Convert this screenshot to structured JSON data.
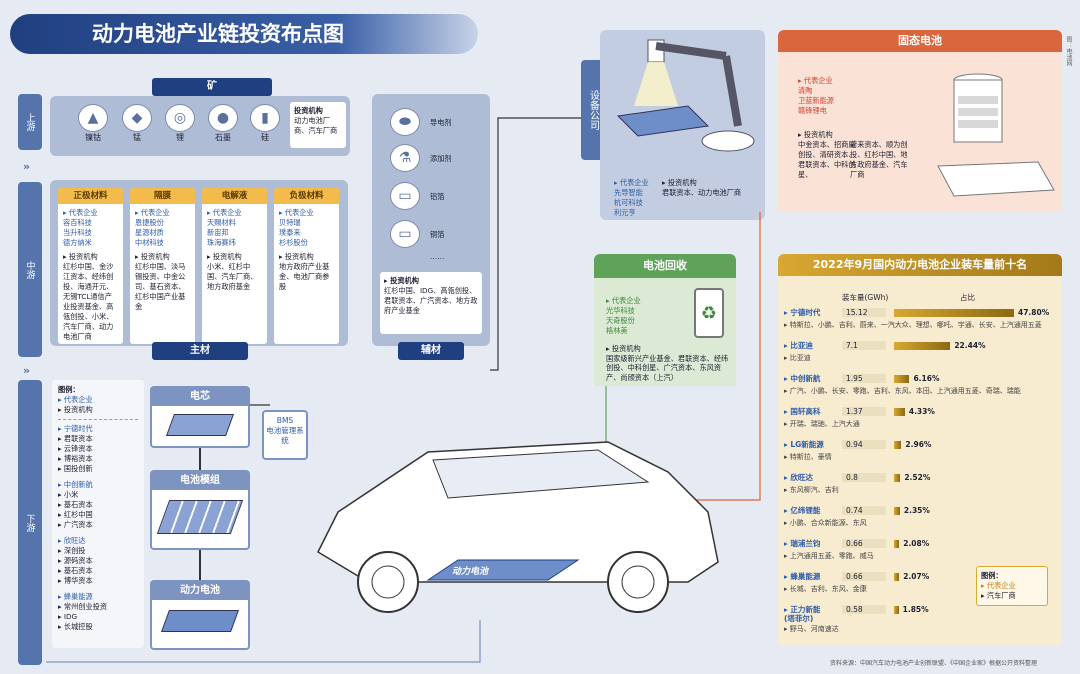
{
  "title": "动力电池产业链投资布点图",
  "stages": {
    "upstream": "上游",
    "midstream": "中游",
    "downstream": "下游"
  },
  "mine": {
    "header": "矿",
    "items": [
      "镍钴",
      "锰",
      "锂",
      "石墨",
      "硅"
    ],
    "investors_title": "投资机构",
    "investors_text": "动力电池厂商、汽车厂商"
  },
  "main_materials": {
    "footer": "主材",
    "columns": [
      {
        "name": "正极材料",
        "companies_title": "代表企业",
        "companies": "容百科技\n当升科技\n德方纳米",
        "investors_title": "投资机构",
        "investors": "红杉中国、金沙江资本、经纬创投、海通开元、无锡TCL通信产业投资基金、高瓴创投、小米、汽车厂商、动力电池厂商"
      },
      {
        "name": "隔膜",
        "companies_title": "代表企业",
        "companies": "恩捷股份\n星源材质\n中材科技",
        "investors_title": "投资机构",
        "investors": "红杉中国、淡马锡投资、中金公司、基石资本、红杉中国产业基金"
      },
      {
        "name": "电解液",
        "companies_title": "代表企业",
        "companies": "天赐材料\n新宙邦\n珠海赛纬",
        "investors_title": "投资机构",
        "investors": "小米、红杉中国、汽车厂商、地方政府基金"
      },
      {
        "name": "负极材料",
        "companies_title": "代表企业",
        "companies": "贝特瑞\n璞泰来\n杉杉股份",
        "investors_title": "投资机构",
        "investors": "地方政府产业基金、电池厂商参股"
      }
    ]
  },
  "auxiliary": {
    "footer": "辅材",
    "items": [
      "导电剂",
      "添加剂",
      "铝箔",
      "铜箔",
      "……"
    ],
    "investors_title": "投资机构",
    "investors": "红杉中国、IDG、高瓴创投、君联资本、广汽资本、地方政府产业基金"
  },
  "equipment": {
    "label": "设备公司",
    "companies_title": "代表企业",
    "companies": "先导智能\n杭可科技\n利元亨",
    "investors_title": "投资机构",
    "investors": "君联资本、动力电池厂商"
  },
  "solid_state": {
    "header": "固态电池",
    "companies_title": "代表企业",
    "companies": "清陶\n卫蓝新能源\n赣锋锂电",
    "investors_title": "投资机构",
    "investors_a": "中金资本、招商局创投、清研资本、君联资本、中科创星、",
    "investors_b": "蔚来资本、顺为创投、红杉中国、地方政府基金、汽车厂商",
    "side_note": "图：电池网"
  },
  "recycling": {
    "header": "电池回收",
    "companies_title": "代表企业",
    "companies": "光华科技\n天奇股份\n格林美",
    "investors_title": "投资机构",
    "investors": "国家级新兴产业基金、君联资本、经纬创投、中科创星、广汽资本、东风资产、尚颀资本（上汽）"
  },
  "legend_left": {
    "title": "图例：",
    "items": [
      "代表企业",
      "投资机构"
    ],
    "groups": [
      {
        "company": "宁德时代",
        "investors": [
          "君联资本",
          "云锋资本",
          "博裕资本",
          "国投创新"
        ]
      },
      {
        "company": "中创新航",
        "investors": [
          "小米",
          "基石资本",
          "红杉中国",
          "广汽资本"
        ]
      },
      {
        "company": "欣旺达",
        "investors": [
          "深创投",
          "源码资本",
          "基石资本",
          "博华资本"
        ]
      },
      {
        "company": "蜂巢能源",
        "investors": [
          "常州创业投资",
          "IDG",
          "长城控股"
        ]
      }
    ]
  },
  "flow": {
    "cell": "电芯",
    "module": "电池模组",
    "pack": "动力电池",
    "bms": "BMS\n电池管理系统",
    "car_label": "动力电池"
  },
  "ranking": {
    "header": "2022年9月国内动力电池企业装车量前十名",
    "col_volume": "装车量(GWh)",
    "col_share": "占比",
    "items": [
      {
        "name": "宁德时代",
        "gwh": "15.12",
        "share": 47.8,
        "share_label": "47.80%",
        "customers": "特斯拉、小鹏、吉利、蔚来、一汽大众、理想、哪吒、宇通、长安、上汽通用五菱"
      },
      {
        "name": "比亚迪",
        "gwh": "7.1",
        "share": 22.44,
        "share_label": "22.44%",
        "customers": "比亚迪"
      },
      {
        "name": "中创新航",
        "gwh": "1.95",
        "share": 6.16,
        "share_label": "6.16%",
        "customers": "广汽、小鹏、长安、零跑、吉利、东风、本田、上汽通用五菱、奇瑞、瑞能"
      },
      {
        "name": "国轩高科",
        "gwh": "1.37",
        "share": 4.33,
        "share_label": "4.33%",
        "customers": "开瑞、瑞驰、上汽大通"
      },
      {
        "name": "LG新能源",
        "gwh": "0.94",
        "share": 2.96,
        "share_label": "2.96%",
        "customers": "特斯拉、豪情"
      },
      {
        "name": "欣旺达",
        "gwh": "0.8",
        "share": 2.52,
        "share_label": "2.52%",
        "customers": "东风柳汽、吉利"
      },
      {
        "name": "亿纬锂能",
        "gwh": "0.74",
        "share": 2.35,
        "share_label": "2.35%",
        "customers": "小鹏、合众新能源、东风"
      },
      {
        "name": "瑞浦兰钧",
        "gwh": "0.66",
        "share": 2.08,
        "share_label": "2.08%",
        "customers": "上汽通用五菱、零跑、威马"
      },
      {
        "name": "蜂巢能源",
        "gwh": "0.66",
        "share": 2.07,
        "share_label": "2.07%",
        "customers": "长城、吉利、东风、金康"
      },
      {
        "name": "正力新能\n(塔菲尔)",
        "gwh": "0.58",
        "share": 1.85,
        "share_label": "1.85%",
        "customers": "野马、河南速达"
      }
    ],
    "legend_title": "图例：",
    "legend_items": [
      "代表企业",
      "汽车厂商"
    ]
  },
  "source": "资料来源：中国汽车动力电池产业创新联盟、《中国企业家》根据公开资料整理",
  "colors": {
    "navy": "#1f3f80",
    "gold": "#d8a832",
    "green": "#5fa35a",
    "orange": "#d9663c",
    "blue": "#2e5ba8"
  }
}
